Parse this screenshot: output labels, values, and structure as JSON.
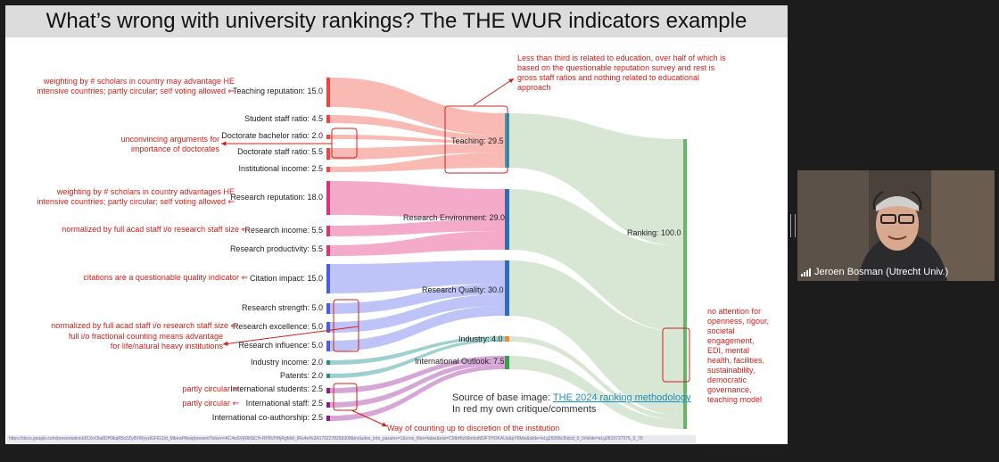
{
  "slide": {
    "title": "What’s wrong with university rankings? The THE WUR indicators example",
    "nodes_left": [
      {
        "key": "teach_rep",
        "label": "Teaching reputation: 15.0",
        "color": "#f4433f"
      },
      {
        "key": "student_staff",
        "label": "Student staff ratio: 4.5",
        "color": "#f4433f"
      },
      {
        "key": "doct_bach",
        "label": "Doctorate bachelor ratio: 2.0",
        "color": "#f4433f"
      },
      {
        "key": "doct_staff",
        "label": "Doctorate staff ratio: 5.5",
        "color": "#f4433f"
      },
      {
        "key": "inst_income",
        "label": "Institutional income: 2.5",
        "color": "#f4433f"
      },
      {
        "key": "res_rep",
        "label": "Research reputation: 18.0",
        "color": "#e0317a"
      },
      {
        "key": "res_income",
        "label": "Research income: 5.5",
        "color": "#e0317a"
      },
      {
        "key": "res_prod",
        "label": "Research productivity: 5.5",
        "color": "#e0317a"
      },
      {
        "key": "cit_impact",
        "label": "Citation impact: 15.0",
        "color": "#4a5cf0"
      },
      {
        "key": "res_strength",
        "label": "Research strength: 5.0",
        "color": "#4a5cf0"
      },
      {
        "key": "res_exc",
        "label": "Research excellence: 5.0",
        "color": "#4a5cf0"
      },
      {
        "key": "res_infl",
        "label": "Research influence: 5.0",
        "color": "#4a5cf0"
      },
      {
        "key": "ind_income",
        "label": "Industry income: 2.0",
        "color": "#2c8c8c"
      },
      {
        "key": "patents",
        "label": "Patents: 2.0",
        "color": "#2c8c8c"
      },
      {
        "key": "int_students",
        "label": "International students: 2.5",
        "color": "#8a1c8a"
      },
      {
        "key": "int_staff",
        "label": "International staff: 2.5",
        "color": "#8a1c8a"
      },
      {
        "key": "int_coauth",
        "label": "International co-authorship: 2.5",
        "color": "#8a1c8a"
      }
    ],
    "nodes_mid": [
      {
        "key": "teaching",
        "label": "Teaching: 29.5",
        "color": "#1aa8c8"
      },
      {
        "key": "research_env",
        "label": "Research Environment: 29.0",
        "color": "#2d6fb3"
      },
      {
        "key": "research_quality",
        "label": "Research Quality: 30.0",
        "color": "#2d6fb3"
      },
      {
        "key": "industry",
        "label": "Industry: 4.0",
        "color": "#f08a2a"
      },
      {
        "key": "intl_outlook",
        "label": "International Outlook: 7.5",
        "color": "#3aa04a"
      }
    ],
    "node_ranking": {
      "label": "Ranking: 100.0",
      "color": "#6db36d"
    },
    "annotations": {
      "teach_rep": "weighting by # scholars in country may advantage HE\nintensive countries; partly circular; self voting allowed ⇐",
      "doctorates": "unconvincing arguments for\nimportance of doctorates",
      "res_rep": "weighting by # scholars in country advantages HE\nintensive countries; partly circular; self voting allowed ⇐",
      "res_income": "normalized by full acad staff i/o research staff size ⇐",
      "cit_impact": "citations are a questionable quality indicator ⇐",
      "res_exc": "normalized by full acad staff i/o research staff size ⇐",
      "fractional": "full i/o fractional counting means advantage\nfor life/natural heavy institutions",
      "int_students": "partly circular ⇐",
      "int_staff": "partly circular ⇐",
      "counting": "Way of counting up to discretion of the institution",
      "teaching_note": "Less than third is related to education, over half of which is\nbased on the questionable reputation survey and rest is\ngross staff ratios and nothing related to educational\napproach",
      "no_attention": "no attention for\nopenness, rigour,\nsocietal\nengagement,\nEDI, mental\nhealth, facilities,\nsustainability,\ndemocratic\ngovernance,\nteaching model"
    },
    "source": {
      "prefix": "Source of base image: ",
      "link": "THE 2024 ranking methodology",
      "note": "In red my own critique/comments"
    },
    "url_bar": "https://docs.google.com/presentation/d/1XnOta6DH9kqR5c0Zy8VWyyzlGFiG1/d_MbewPAwq/present?token=AC4w5VjR8iSiCH-RP8VHHjRgMdI_IRo4w%3A1702278259308&includes_info_params=1&cros_files=false&eisi=CMbHIz0iImhoMDFTHOKAUs&pY8Mw&slide=id.g2605fb36dcd_0_0#slide=id.g2819737975_0_76"
  },
  "video": {
    "participant_name": "Jeroen Bosman (Utrecht Univ.)",
    "signal_icon": "signal-bars-icon"
  },
  "colors": {
    "annotation_red": "#d0201a",
    "teaching_flow": "#f8a39b",
    "research_env_flow": "#f08fb8",
    "research_quality_flow": "#a8b0f6",
    "ranking_flow": "#c9dfc6"
  }
}
